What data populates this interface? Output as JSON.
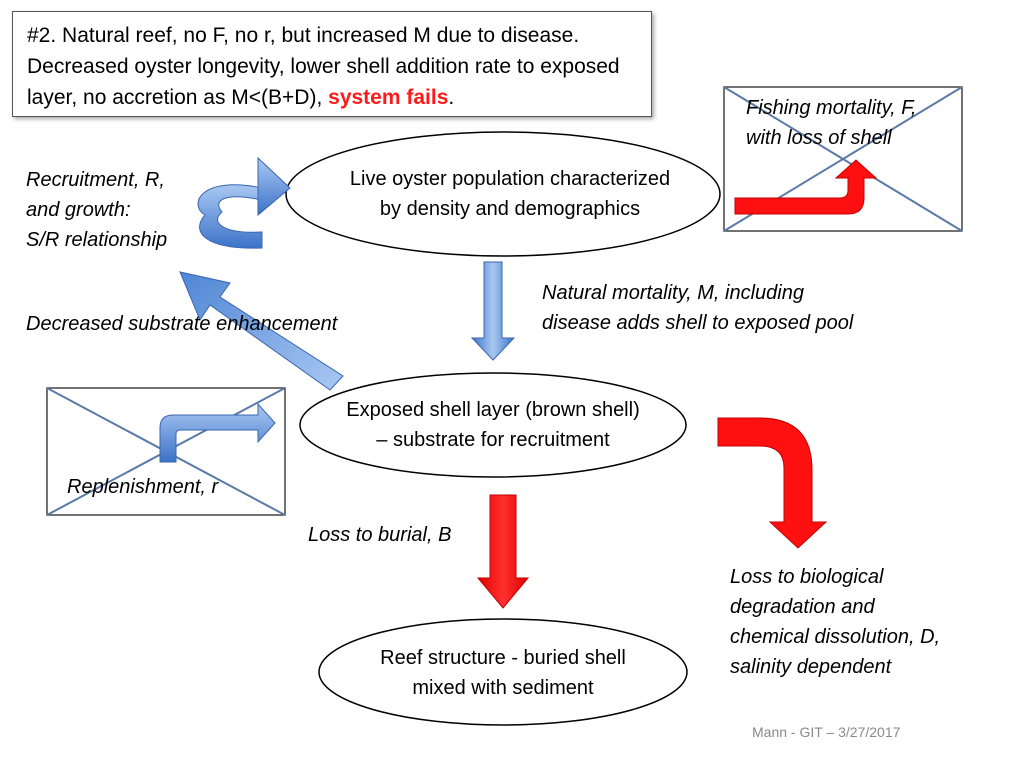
{
  "title": {
    "prefix": "#2. Natural reef, no F, no r, but increased M due to disease. Decreased oyster longevity, lower shell addition rate to exposed layer, no accretion as M<(B+D), ",
    "emphasis": "system fails",
    "suffix": "."
  },
  "nodes": {
    "live_population": {
      "line1": "Live oyster population characterized",
      "line2": "by density and demographics"
    },
    "exposed_shell": {
      "line1": "Exposed shell layer (brown shell)",
      "line2": "– substrate for recruitment"
    },
    "reef_structure": {
      "line1": "Reef structure - buried shell",
      "line2": "mixed with sediment"
    }
  },
  "labels": {
    "recruitment": {
      "line1": "Recruitment, R,",
      "line2": "and growth:",
      "line3": "S/R relationship"
    },
    "substrate": "Decreased substrate enhancement",
    "natural_mortality": {
      "line1": "Natural mortality, M, including",
      "line2": "disease adds shell to exposed pool"
    },
    "fishing": {
      "line1": "Fishing mortality, F,",
      "line2": "with loss of shell"
    },
    "replenishment": "Replenishment, r",
    "burial": "Loss to burial, B",
    "degradation": {
      "line1": "Loss to biological",
      "line2": "degradation and",
      "line3": "chemical dissolution, D,",
      "line4": "salinity dependent"
    }
  },
  "footer": "Mann - GIT – 3/27/2017",
  "colors": {
    "blue_arrow": "#5b8fd6",
    "red_arrow": "#ff1010",
    "highlight": "#ff1a1a",
    "cross_line": "#5a7aa8"
  }
}
